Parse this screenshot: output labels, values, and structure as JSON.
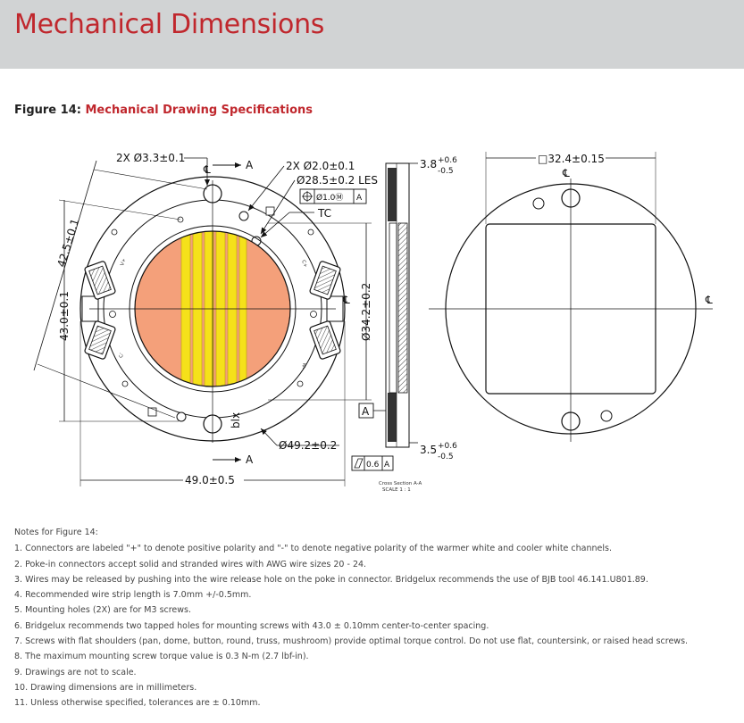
{
  "header": {
    "title": "Mechanical Dimensions"
  },
  "figure": {
    "label": "Figure 14:",
    "title": "Mechanical Drawing Specifications"
  },
  "drawing": {
    "holes_label": "2X Ø3.3±0.1",
    "section_a_top": "A",
    "section_a_bottom": "A",
    "section_a_side": "A",
    "tapped_label": "2X Ø2.0±0.1",
    "les_label": "Ø28.5±0.2 LES",
    "position_tol": "Ø1.0Ⓜ",
    "position_datum": "A",
    "tc_label": "TC",
    "dia_42": "42.5±0.1",
    "dia_43": "43.0±0.1",
    "dia_34": "Ø34.2±0.2",
    "dia_49_2": "Ø49.2±0.2",
    "width_49": "49.0±0.5",
    "bottom_mark": "blx",
    "depth_top_base": "3.8",
    "depth_top_plus": "+0.6",
    "depth_top_minus": "-0.5",
    "depth_bot_base": "3.5",
    "depth_bot_plus": "+0.6",
    "depth_bot_minus": "-0.5",
    "flatness_value": "0.6",
    "flatness_datum": "A",
    "cross_section": "Cross Section A-A",
    "scale": "SCALE 1 : 1",
    "square_label": "□32.4±0.15",
    "centerline": "℄",
    "centerline_top": "℄",
    "centerline_right": "℄",
    "conn_vplus": "V+",
    "conn_cplus": "C+",
    "conn_cminus": "C-",
    "conn_wminus": "W-"
  },
  "notes": {
    "title": "Notes for Figure 14:",
    "items": [
      "1.  Connectors are labeled \"+\" to denote positive polarity and \"-\" to denote negative polarity of the warmer white and cooler white channels.",
      "2.  Poke-in connectors accept solid and stranded wires with AWG wire sizes  20 - 24.",
      "3.  Wires may be released by pushing into the wire release hole on the poke in connector. Bridgelux recommends the use of BJB tool 46.141.U801.89.",
      "4.  Recommended wire strip length is 7.0mm +/-0.5mm.",
      "5.  Mounting holes (2X) are for M3 screws.",
      "6.  Bridgelux recommends two tapped holes for mounting screws with 43.0 ± 0.10mm center-to-center spacing.",
      "7.  Screws with flat shoulders (pan, dome, button, round, truss, mushroom) provide optimal torque control. Do not use flat, countersink, or raised head screws.",
      "8.  The maximum mounting screw torque value is 0.3 N-m (2.7 lbf-in).",
      "9.  Drawings are not to scale.",
      "10. Drawing dimensions are in millimeters.",
      "11.  Unless otherwise specified, tolerances are ± 0.10mm."
    ]
  },
  "colors": {
    "accent": "#c0272d",
    "header_bg": "#d1d3d4",
    "led_orange": "#f4a07a",
    "led_yellow": "#f5e11a"
  }
}
